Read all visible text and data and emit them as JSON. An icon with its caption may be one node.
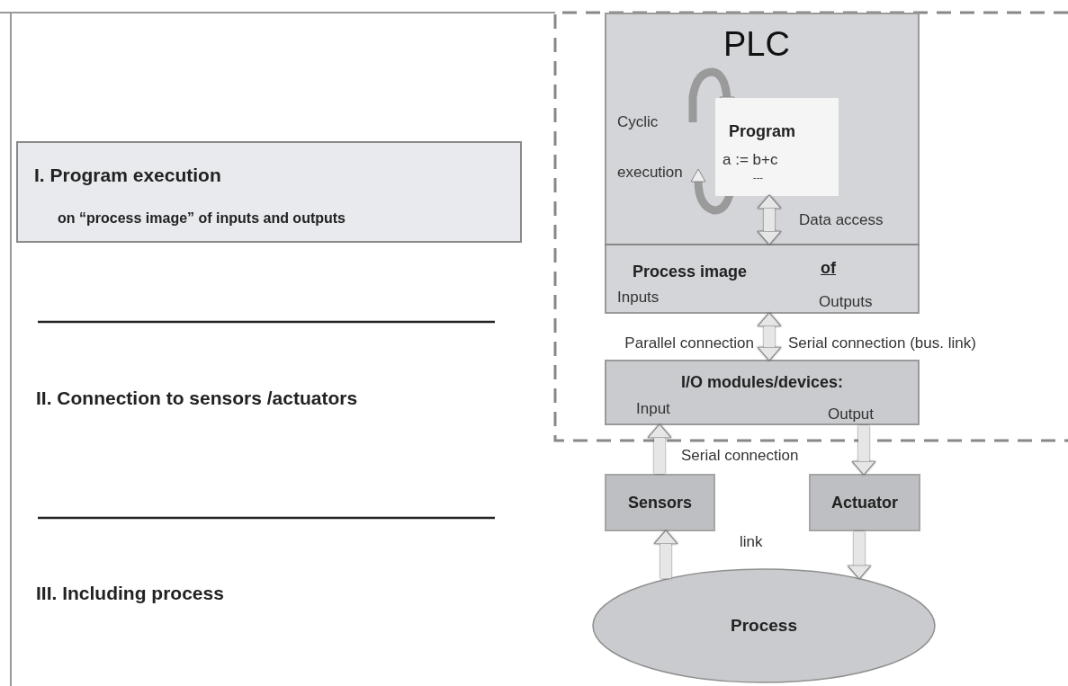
{
  "diagram": {
    "nodes": [
      {
        "text": [
          "I. Program execution",
          "on “process image” of inputs and outputs"
        ]
      },
      {
        "text": [
          "PLC",
          "Cyclic execution"
        ]
      },
      {
        "text": [
          "Program",
          "a := b+c",
          "---"
        ],
        "in": 1
      },
      {
        "text": [
          "Process image",
          "of",
          "Inputs",
          "Outputs"
        ],
        "in": 1
      },
      {
        "text": [
          "I/O modules/devices:",
          "Input",
          "Output"
        ]
      },
      {
        "text": [
          "Sensors"
        ]
      },
      {
        "text": [
          "Actuator"
        ]
      },
      {
        "text": [
          "Process"
        ]
      }
    ],
    "edges": [
      {
        "from": 2,
        "to": 3,
        "arrow": "both",
        "label": "Data access"
      },
      {
        "from": 3,
        "to": 4,
        "arrow": "both"
      },
      {
        "from": 5,
        "to": 4,
        "arrow": "to"
      },
      {
        "from": 4,
        "to": 6,
        "arrow": "to"
      },
      {
        "from": 7,
        "to": 5,
        "arrow": "to"
      },
      {
        "from": 6,
        "to": 7,
        "arrow": "to"
      }
    ],
    "labels": [
      "II. Connection to sensors /actuators",
      "III. Including process",
      "Parallel connection",
      "Serial connection (bus. link)",
      "Serial connection",
      "link"
    ]
  }
}
